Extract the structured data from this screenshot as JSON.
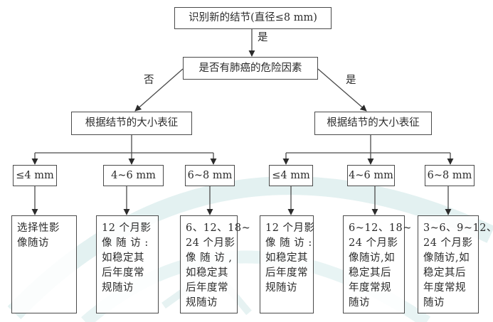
{
  "diagram": {
    "root": "识别新的结节(直径≤8 mm)",
    "root_edge_label": "是",
    "question": "是否有肺癌的危险因素",
    "branches": [
      {
        "edge_label": "否",
        "node": "根据结节的大小表征",
        "sizes": [
          "≤4 mm",
          "4~6 mm",
          "6~8 mm"
        ],
        "outcomes": [
          [
            "选择性影",
            "像随访"
          ],
          [
            "12 个月影",
            "像 随 访 :",
            "如稳定其",
            "后年度常",
            "规随访"
          ],
          [
            "6、12、18~",
            "24 个月影",
            "像 随 访 ,",
            "如稳定其",
            "后年度常",
            "规随访"
          ]
        ]
      },
      {
        "edge_label": "是",
        "node": "根据结节的大小表征",
        "sizes": [
          "≤4 mm",
          "4~6 mm",
          "6~8 mm"
        ],
        "outcomes": [
          [
            "12 个月影",
            "像 随 访 :",
            "如稳定其",
            "后年度常",
            "规随访"
          ],
          [
            "6~12、18~",
            "24 个月影",
            "像随访,如",
            "稳定其后",
            "年度常规",
            "随访"
          ],
          [
            "3~6、9~12、",
            "24 个月影",
            "像随访,如",
            "稳定其后",
            "年度常规",
            "随访"
          ]
        ]
      }
    ]
  },
  "colors": {
    "line": "#4a4a4a",
    "text": "#2b2b2b",
    "watermark": "#d6ecec"
  }
}
